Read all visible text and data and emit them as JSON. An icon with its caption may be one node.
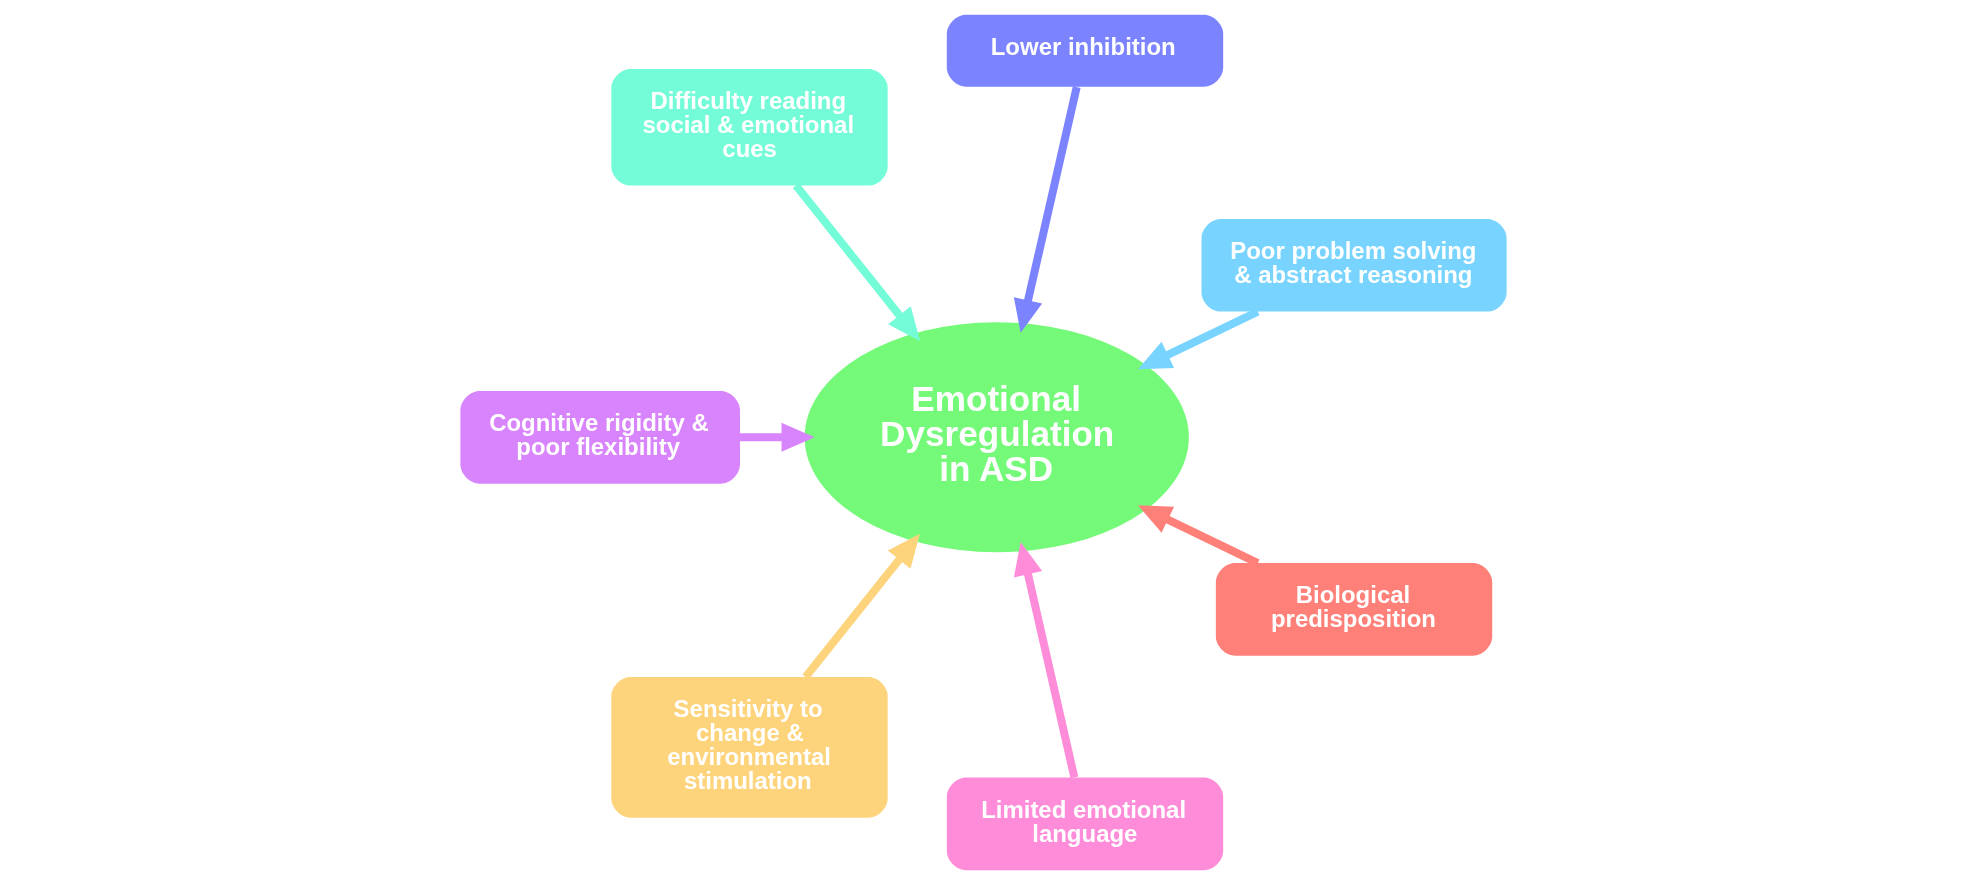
{
  "diagram": {
    "nodes": [
      {
        "text": [
          "Emotional Dysregulation in ASD"
        ]
      },
      {
        "text": [
          "Poor problem solving & abstract reasoning"
        ]
      },
      {
        "text": [
          "Lower inhibition"
        ]
      },
      {
        "text": [
          "Difficulty reading social & emotional cues"
        ]
      },
      {
        "text": [
          "Cognitive rigidity & poor flexibility"
        ]
      },
      {
        "text": [
          "Sensitivity to change & environmental stimulation"
        ]
      },
      {
        "text": [
          "Limited emotional language"
        ]
      },
      {
        "text": [
          "Biological predisposition"
        ]
      }
    ],
    "edges": [
      {
        "from": 1,
        "to": 0,
        "arrow": "to",
        "color": "#78d4ff"
      },
      {
        "from": 2,
        "to": 0,
        "arrow": "to",
        "color": "#7b83ff"
      },
      {
        "from": 3,
        "to": 0,
        "arrow": "to",
        "color": "#74fcd8"
      },
      {
        "from": 4,
        "to": 0,
        "arrow": "to",
        "color": "#d884fc"
      },
      {
        "from": 5,
        "to": 0,
        "arrow": "to",
        "color": "#fdd47c"
      },
      {
        "from": 6,
        "to": 0,
        "arrow": "to",
        "color": "#fe8cd8"
      },
      {
        "from": 7,
        "to": 0,
        "arrow": "to",
        "color": "#fe8078"
      }
    ]
  }
}
